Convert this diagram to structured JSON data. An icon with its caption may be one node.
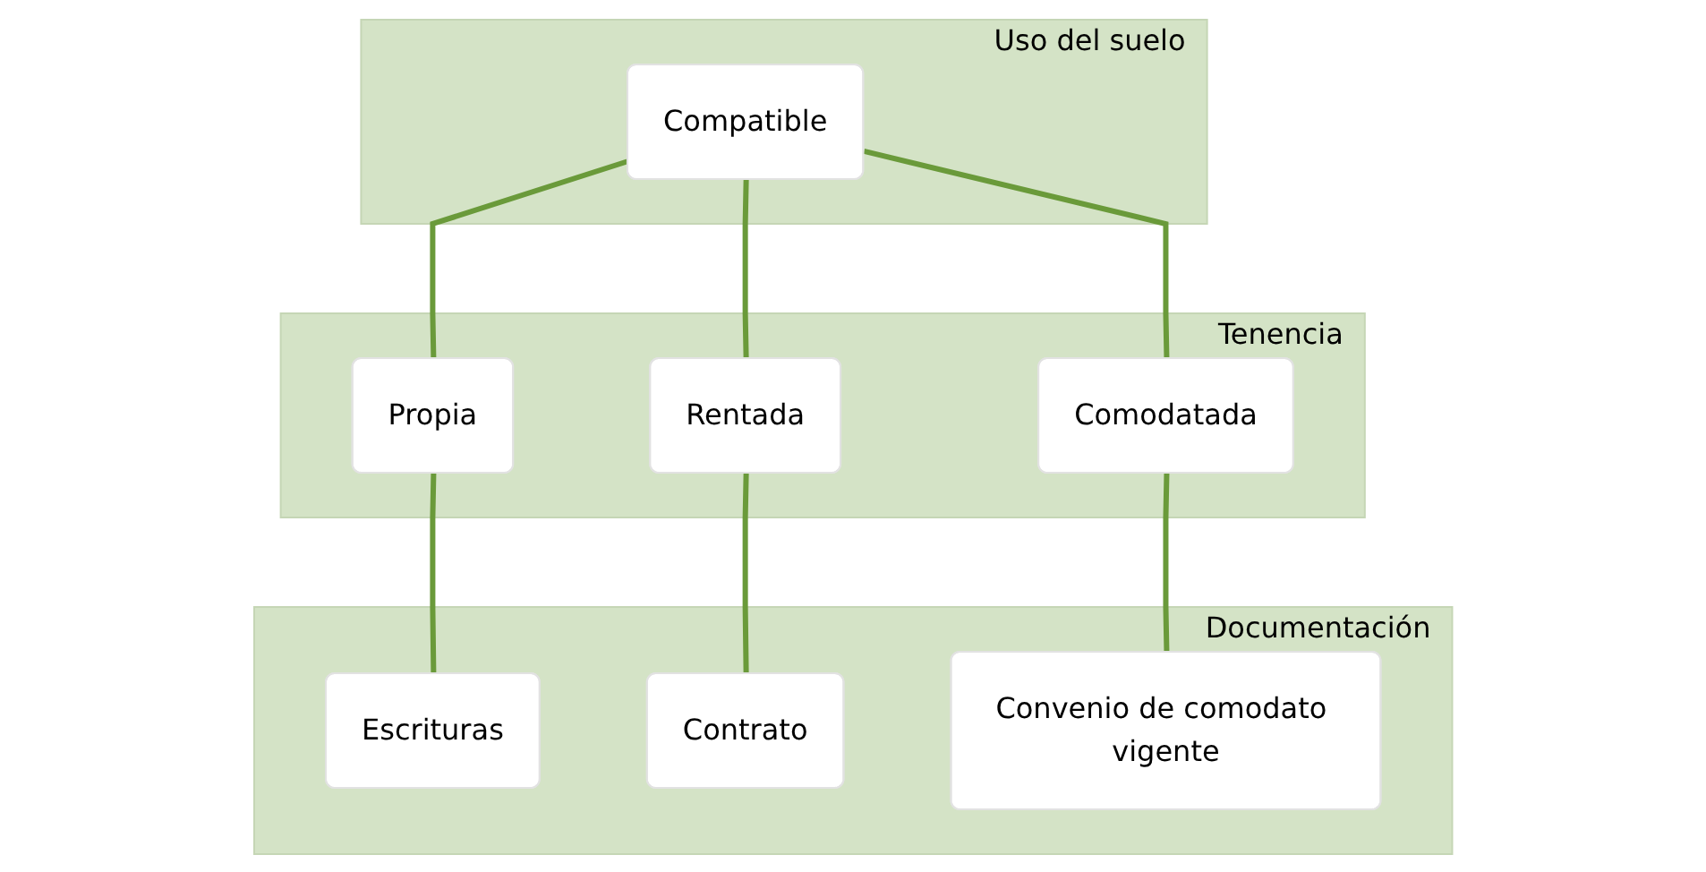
{
  "diagram": {
    "nodes": [
      {
        "text": [
          "Uso del suelo"
        ]
      },
      {
        "text": [
          "Compatible"
        ],
        "in": 0
      },
      {
        "text": [
          "Tenencia"
        ]
      },
      {
        "text": [
          "Propia"
        ],
        "in": 2
      },
      {
        "text": [
          "Rentada"
        ],
        "in": 2
      },
      {
        "text": [
          "Comodatada"
        ],
        "in": 2
      },
      {
        "text": [
          "Documentación"
        ]
      },
      {
        "text": [
          "Escrituras"
        ],
        "in": 6
      },
      {
        "text": [
          "Contrato"
        ],
        "in": 6
      },
      {
        "text": [
          "Convenio de comodato vigente"
        ],
        "in": 6
      }
    ],
    "edges": [
      {
        "from": 1,
        "to": 3,
        "arrow": "none"
      },
      {
        "from": 1,
        "to": 4,
        "arrow": "none"
      },
      {
        "from": 1,
        "to": 5,
        "arrow": "none"
      },
      {
        "from": 3,
        "to": 7,
        "arrow": "none"
      },
      {
        "from": 4,
        "to": 8,
        "arrow": "none"
      },
      {
        "from": 5,
        "to": 9,
        "arrow": "none"
      }
    ]
  }
}
